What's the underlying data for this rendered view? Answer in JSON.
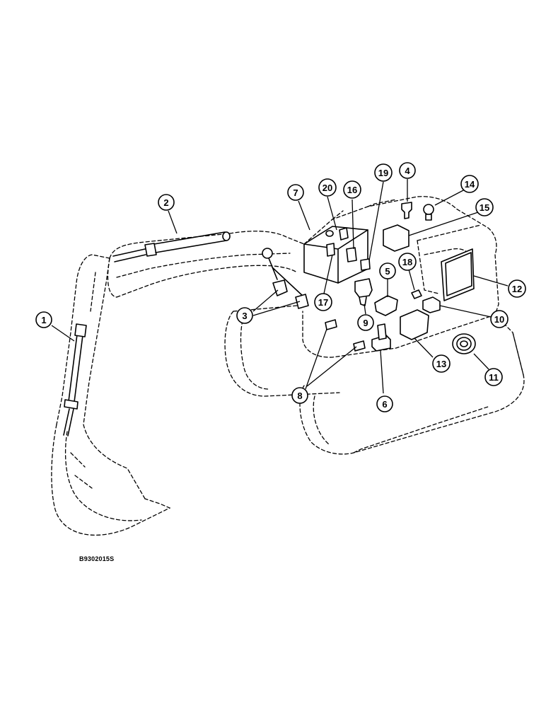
{
  "figure_code": "B9302015S",
  "callouts": [
    "1",
    "2",
    "3",
    "4",
    "5",
    "6",
    "7",
    "8",
    "9",
    "10",
    "11",
    "12",
    "13",
    "14",
    "15",
    "16",
    "17",
    "18",
    "19",
    "20"
  ]
}
